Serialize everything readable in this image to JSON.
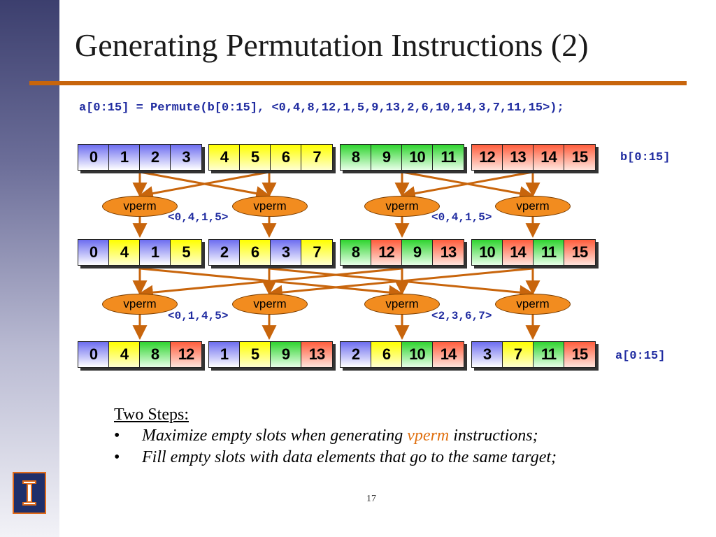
{
  "title": "Generating Permutation Instructions (2)",
  "code_line": "a[0:15] = Permute(b[0:15], <0,4,8,12,1,5,9,13,2,6,10,14,3,7,11,15>);",
  "colors": {
    "accent": "#c8650c",
    "code_text": "#1f2ba0",
    "vperm_fill": "#f28c1f",
    "group_blue": "#6d6df0",
    "group_yellow": "#ffff00",
    "group_green": "#2fd42f",
    "group_red": "#ff5d3c"
  },
  "rows": {
    "input": {
      "label": "b[0:15]",
      "groups": [
        [
          {
            "v": "0",
            "c": "blue"
          },
          {
            "v": "1",
            "c": "blue"
          },
          {
            "v": "2",
            "c": "blue"
          },
          {
            "v": "3",
            "c": "blue"
          }
        ],
        [
          {
            "v": "4",
            "c": "yellow"
          },
          {
            "v": "5",
            "c": "yellow"
          },
          {
            "v": "6",
            "c": "yellow"
          },
          {
            "v": "7",
            "c": "yellow"
          }
        ],
        [
          {
            "v": "8",
            "c": "green"
          },
          {
            "v": "9",
            "c": "green"
          },
          {
            "v": "10",
            "c": "green"
          },
          {
            "v": "11",
            "c": "green"
          }
        ],
        [
          {
            "v": "12",
            "c": "red"
          },
          {
            "v": "13",
            "c": "red"
          },
          {
            "v": "14",
            "c": "red"
          },
          {
            "v": "15",
            "c": "red"
          }
        ]
      ]
    },
    "middle": {
      "groups": [
        [
          {
            "v": "0",
            "c": "blue"
          },
          {
            "v": "4",
            "c": "yellow"
          },
          {
            "v": "1",
            "c": "blue"
          },
          {
            "v": "5",
            "c": "yellow"
          }
        ],
        [
          {
            "v": "2",
            "c": "blue"
          },
          {
            "v": "6",
            "c": "yellow"
          },
          {
            "v": "3",
            "c": "blue"
          },
          {
            "v": "7",
            "c": "yellow"
          }
        ],
        [
          {
            "v": "8",
            "c": "green"
          },
          {
            "v": "12",
            "c": "red"
          },
          {
            "v": "9",
            "c": "green"
          },
          {
            "v": "13",
            "c": "red"
          }
        ],
        [
          {
            "v": "10",
            "c": "green"
          },
          {
            "v": "14",
            "c": "red"
          },
          {
            "v": "11",
            "c": "green"
          },
          {
            "v": "15",
            "c": "red"
          }
        ]
      ]
    },
    "output": {
      "label": "a[0:15]",
      "groups": [
        [
          {
            "v": "0",
            "c": "blue"
          },
          {
            "v": "4",
            "c": "yellow"
          },
          {
            "v": "8",
            "c": "green"
          },
          {
            "v": "12",
            "c": "red"
          }
        ],
        [
          {
            "v": "1",
            "c": "blue"
          },
          {
            "v": "5",
            "c": "yellow"
          },
          {
            "v": "9",
            "c": "green"
          },
          {
            "v": "13",
            "c": "red"
          }
        ],
        [
          {
            "v": "2",
            "c": "blue"
          },
          {
            "v": "6",
            "c": "yellow"
          },
          {
            "v": "10",
            "c": "green"
          },
          {
            "v": "14",
            "c": "red"
          }
        ],
        [
          {
            "v": "3",
            "c": "blue"
          },
          {
            "v": "7",
            "c": "yellow"
          },
          {
            "v": "11",
            "c": "green"
          },
          {
            "v": "15",
            "c": "red"
          }
        ]
      ]
    }
  },
  "vperm_label": "vperm",
  "masks": {
    "stage1_left": "<0,4,1,5>",
    "stage1_right": "<0,4,1,5>",
    "stage2_left": "<0,1,4,5>",
    "stage2_right": "<2,3,6,7>"
  },
  "steps": {
    "heading": "Two Steps:",
    "bullet": "•",
    "item1_before": "Maximize empty slots when generating ",
    "item1_accent": "vperm",
    "item1_after": " instructions;",
    "item2": "Fill empty slots with data elements that go to the same target;"
  },
  "page_number": "17"
}
